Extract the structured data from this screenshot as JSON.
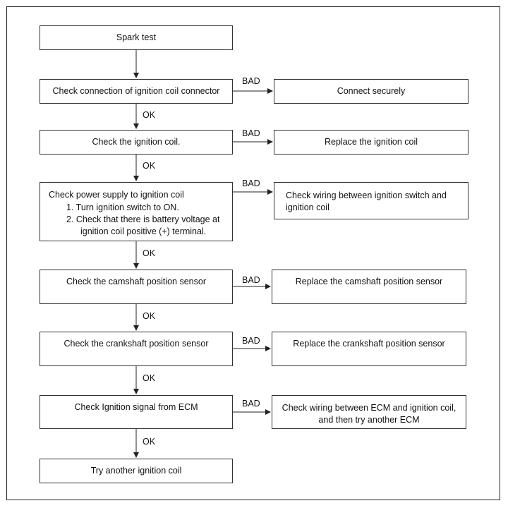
{
  "labels": {
    "ok": "OK",
    "bad": "BAD"
  },
  "steps": [
    {
      "text": "Spark test"
    },
    {
      "text": "Check connection of ignition coil connector",
      "bad_action": "Connect securely"
    },
    {
      "text": "Check the ignition coil.",
      "bad_action": "Replace the ignition coil"
    },
    {
      "text": "Check power supply to ignition coil",
      "substeps": [
        "1.  Turn ignition switch to ON.",
        "2.  Check that there is battery voltage at",
        "ignition coil positive (+) terminal."
      ],
      "bad_action": "Check wiring between ignition switch and ignition coil"
    },
    {
      "text": "Check the camshaft position sensor",
      "bad_action": "Replace the camshaft position sensor"
    },
    {
      "text": "Check the crankshaft position sensor",
      "bad_action": "Replace the crankshaft position sensor"
    },
    {
      "text": "Check Ignition signal from ECM",
      "bad_action": "Check wiring between ECM and ignition coil, and then try another ECM"
    },
    {
      "text": "Try another ignition coil"
    }
  ]
}
